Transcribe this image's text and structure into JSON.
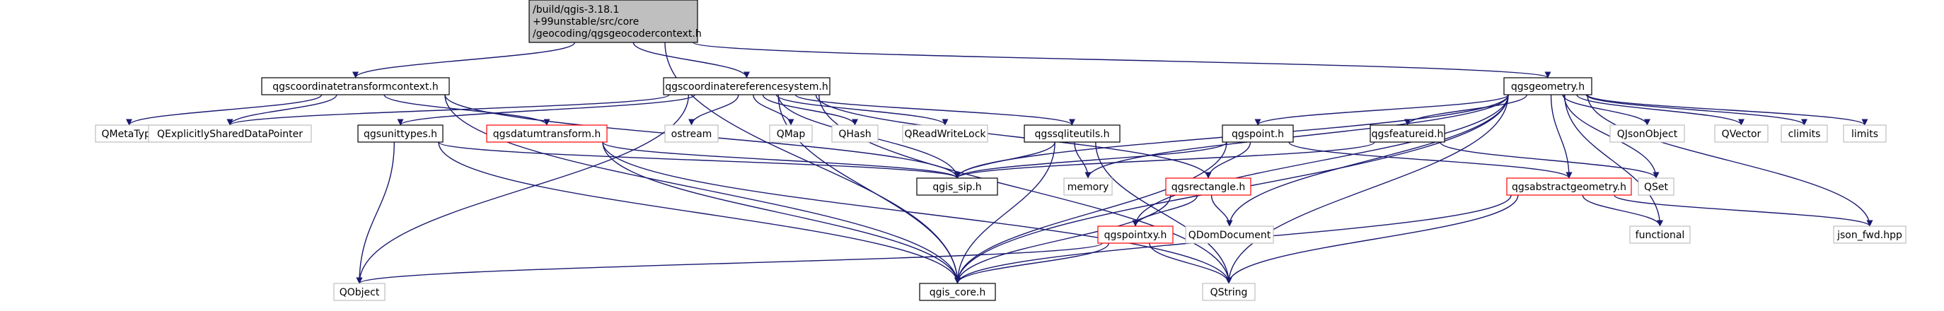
{
  "colors": {
    "edge": "#191970",
    "normal_border": "#000000",
    "external_border": "#bfbfbf",
    "truncated_border": "#ff0000",
    "root_fill": "#bfbfbf",
    "node_fill": "#ffffff"
  },
  "nodes": [
    {
      "id": "root",
      "lines": [
        "/build/qgis-3.18.1",
        "+99unstable/src/core",
        "/geocoding/qgsgeocodercontext.h"
      ],
      "kind": "root"
    },
    {
      "id": "qgscoordinatetransformcontext",
      "lines": [
        "qgscoordinatetransformcontext.h"
      ],
      "kind": "normal"
    },
    {
      "id": "qgscoordinatereferencesystem",
      "lines": [
        "qgscoordinatereferencesystem.h"
      ],
      "kind": "normal"
    },
    {
      "id": "qgsgeometry",
      "lines": [
        "qgsgeometry.h"
      ],
      "kind": "normal"
    },
    {
      "id": "QMetaType",
      "lines": [
        "QMetaType"
      ],
      "kind": "external"
    },
    {
      "id": "QExplicitlySharedDataPointer",
      "lines": [
        "QExplicitlySharedDataPointer"
      ],
      "kind": "external"
    },
    {
      "id": "qgsunittypes",
      "lines": [
        "qgsunittypes.h"
      ],
      "kind": "normal"
    },
    {
      "id": "qgsdatumtransform",
      "lines": [
        "qgsdatumtransform.h"
      ],
      "kind": "truncated"
    },
    {
      "id": "ostream",
      "lines": [
        "ostream"
      ],
      "kind": "external"
    },
    {
      "id": "QMap",
      "lines": [
        "QMap"
      ],
      "kind": "external"
    },
    {
      "id": "QHash",
      "lines": [
        "QHash"
      ],
      "kind": "external"
    },
    {
      "id": "QReadWriteLock",
      "lines": [
        "QReadWriteLock"
      ],
      "kind": "external"
    },
    {
      "id": "qgssqliteutils",
      "lines": [
        "qgssqliteutils.h"
      ],
      "kind": "normal"
    },
    {
      "id": "qgspoint",
      "lines": [
        "qgspoint.h"
      ],
      "kind": "normal"
    },
    {
      "id": "qgsfeatureid",
      "lines": [
        "qgsfeatureid.h"
      ],
      "kind": "normal"
    },
    {
      "id": "QJsonObject",
      "lines": [
        "QJsonObject"
      ],
      "kind": "external"
    },
    {
      "id": "QVector",
      "lines": [
        "QVector"
      ],
      "kind": "external"
    },
    {
      "id": "climits",
      "lines": [
        "climits"
      ],
      "kind": "external"
    },
    {
      "id": "limits",
      "lines": [
        "limits"
      ],
      "kind": "external"
    },
    {
      "id": "qgis_sip",
      "lines": [
        "qgis_sip.h"
      ],
      "kind": "normal"
    },
    {
      "id": "memory",
      "lines": [
        "memory"
      ],
      "kind": "external"
    },
    {
      "id": "qgsrectangle",
      "lines": [
        "qgsrectangle.h"
      ],
      "kind": "truncated"
    },
    {
      "id": "qgsabstractgeometry",
      "lines": [
        "qgsabstractgeometry.h"
      ],
      "kind": "truncated"
    },
    {
      "id": "QSet",
      "lines": [
        "QSet"
      ],
      "kind": "external"
    },
    {
      "id": "QDomDocument",
      "lines": [
        "QDomDocument"
      ],
      "kind": "external"
    },
    {
      "id": "qgspointxy",
      "lines": [
        "qgspointxy.h"
      ],
      "kind": "truncated"
    },
    {
      "id": "functional",
      "lines": [
        "functional"
      ],
      "kind": "external"
    },
    {
      "id": "json_fwd",
      "lines": [
        "json_fwd.hpp"
      ],
      "kind": "external"
    },
    {
      "id": "QObject",
      "lines": [
        "QObject"
      ],
      "kind": "external"
    },
    {
      "id": "qgis_core",
      "lines": [
        "qgis_core.h"
      ],
      "kind": "normal"
    },
    {
      "id": "QString",
      "lines": [
        "QString"
      ],
      "kind": "external"
    }
  ],
  "edges": [
    [
      "root",
      "qgscoordinatetransformcontext"
    ],
    [
      "root",
      "qgscoordinatereferencesystem"
    ],
    [
      "root",
      "qgsgeometry"
    ],
    [
      "root",
      "qgis_core"
    ],
    [
      "qgscoordinatetransformcontext",
      "QMetaType"
    ],
    [
      "qgscoordinatetransformcontext",
      "QExplicitlySharedDataPointer"
    ],
    [
      "qgscoordinatetransformcontext",
      "qgsdatumtransform"
    ],
    [
      "qgscoordinatetransformcontext",
      "qgis_sip"
    ],
    [
      "qgscoordinatetransformcontext",
      "qgis_core"
    ],
    [
      "qgscoordinatereferencesystem",
      "QExplicitlySharedDataPointer"
    ],
    [
      "qgscoordinatereferencesystem",
      "qgsunittypes"
    ],
    [
      "qgscoordinatereferencesystem",
      "ostream"
    ],
    [
      "qgscoordinatereferencesystem",
      "QMap"
    ],
    [
      "qgscoordinatereferencesystem",
      "QHash"
    ],
    [
      "qgscoordinatereferencesystem",
      "QReadWriteLock"
    ],
    [
      "qgscoordinatereferencesystem",
      "qgssqliteutils"
    ],
    [
      "qgscoordinatereferencesystem",
      "qgsrectangle"
    ],
    [
      "qgscoordinatereferencesystem",
      "qgis_sip"
    ],
    [
      "qgscoordinatereferencesystem",
      "QObject"
    ],
    [
      "qgscoordinatereferencesystem",
      "qgis_core"
    ],
    [
      "qgscoordinatereferencesystem",
      "QString"
    ],
    [
      "qgsgeometry",
      "qgspoint"
    ],
    [
      "qgsgeometry",
      "qgsfeatureid"
    ],
    [
      "qgsgeometry",
      "QJsonObject"
    ],
    [
      "qgsgeometry",
      "QVector"
    ],
    [
      "qgsgeometry",
      "climits"
    ],
    [
      "qgsgeometry",
      "limits"
    ],
    [
      "qgsgeometry",
      "qgis_sip"
    ],
    [
      "qgsgeometry",
      "memory"
    ],
    [
      "qgsgeometry",
      "qgsabstractgeometry"
    ],
    [
      "qgsgeometry",
      "QSet"
    ],
    [
      "qgsgeometry",
      "QDomDocument"
    ],
    [
      "qgsgeometry",
      "qgspointxy"
    ],
    [
      "qgsgeometry",
      "functional"
    ],
    [
      "qgsgeometry",
      "json_fwd"
    ],
    [
      "qgsgeometry",
      "qgis_core"
    ],
    [
      "qgsgeometry",
      "QString"
    ],
    [
      "qgsunittypes",
      "qgis_sip"
    ],
    [
      "qgsunittypes",
      "QObject"
    ],
    [
      "qgsunittypes",
      "qgis_core"
    ],
    [
      "qgsdatumtransform",
      "qgis_sip"
    ],
    [
      "qgsdatumtransform",
      "qgis_core"
    ],
    [
      "qgsdatumtransform",
      "QString"
    ],
    [
      "qgssqliteutils",
      "qgis_sip"
    ],
    [
      "qgssqliteutils",
      "memory"
    ],
    [
      "qgssqliteutils",
      "qgis_core"
    ],
    [
      "qgssqliteutils",
      "QString"
    ],
    [
      "qgspoint",
      "qgis_sip"
    ],
    [
      "qgspoint",
      "qgsrectangle"
    ],
    [
      "qgspoint",
      "qgsabstractgeometry"
    ],
    [
      "qgspoint",
      "qgis_core"
    ],
    [
      "qgsfeatureid",
      "qgis_sip"
    ],
    [
      "qgsfeatureid",
      "QSet"
    ],
    [
      "qgsrectangle",
      "qgspointxy"
    ],
    [
      "qgsrectangle",
      "QDomDocument"
    ],
    [
      "qgsrectangle",
      "qgis_core"
    ],
    [
      "qgsabstractgeometry",
      "functional"
    ],
    [
      "qgsabstractgeometry",
      "json_fwd"
    ],
    [
      "qgsabstractgeometry",
      "qgis_core"
    ],
    [
      "qgsabstractgeometry",
      "QString"
    ],
    [
      "qgspointxy",
      "QObject"
    ],
    [
      "qgspointxy",
      "qgis_core"
    ],
    [
      "qgspointxy",
      "QString"
    ]
  ]
}
